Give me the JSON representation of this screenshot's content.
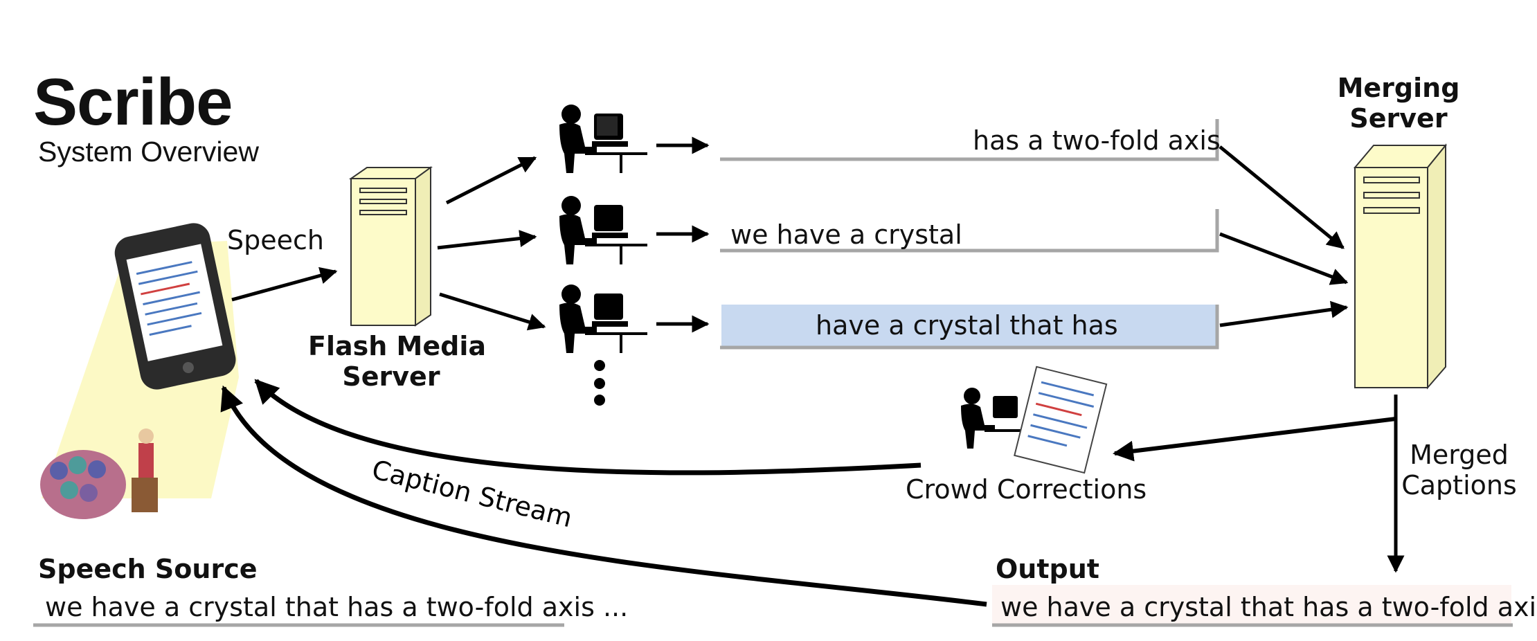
{
  "title": "Scribe",
  "subtitle": "System Overview",
  "labels": {
    "speech": "Speech",
    "flash_media_server_line1": "Flash Media",
    "flash_media_server_line2": "Server",
    "merging_server_line1": "Merging",
    "merging_server_line2": "Server",
    "crowd_corrections": "Crowd Corrections",
    "merged_captions_line1": "Merged",
    "merged_captions_line2": "Captions",
    "caption_stream": "Caption Stream",
    "speech_source": "Speech Source",
    "output": "Output"
  },
  "worker_captions": [
    "has a two-fold axis",
    "we have a crystal",
    "have a crystal that has"
  ],
  "speech_source_text": "we have a crystal that has a two-fold axis  ...",
  "output_text": "we have a crystal that has a two-fold axis",
  "colors": {
    "server_fill": "#fdfbc9",
    "highlight_caption": "#c8d9f0",
    "output_background": "#fdf4f2",
    "phone_glow": "#fbf7b6",
    "line_gray": "#a6a6a6"
  }
}
